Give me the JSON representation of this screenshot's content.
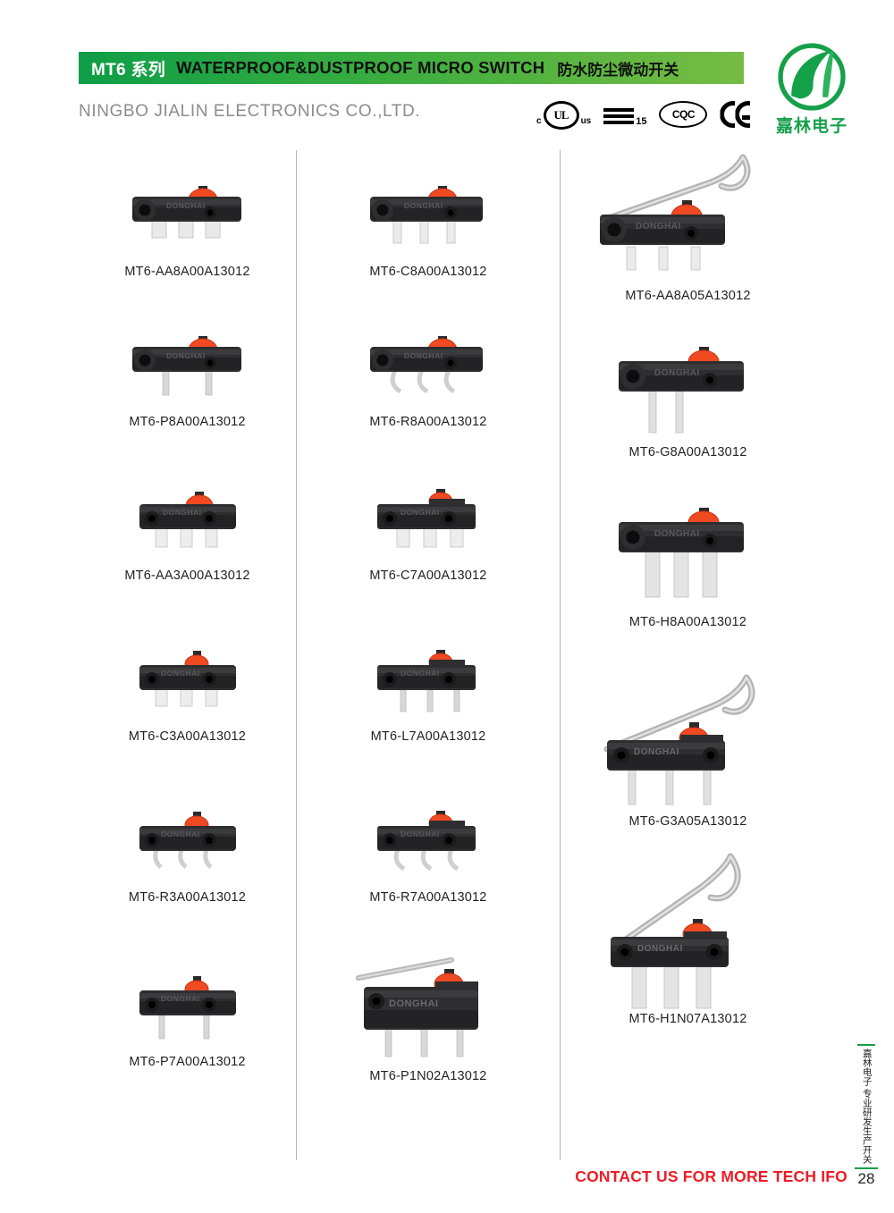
{
  "header": {
    "series": "MT6 系列",
    "title_en": "WATERPROOF&DUSTPROOF MICRO SWITCH",
    "title_cn": "防水防尘微动开关",
    "company": "NINGBO JIALIN ELECTRONICS CO.,LTD.",
    "brand_cn": "嘉林电子",
    "bar_color_left": "#0e9e47",
    "bar_color_right": "#76bc43",
    "brand_color": "#15a04a"
  },
  "certifications": [
    {
      "name": "cul-us-mark",
      "prefix": "c",
      "label": "UL",
      "suffix": "us"
    },
    {
      "name": "enec-mark",
      "label": "ENEC",
      "number": "15"
    },
    {
      "name": "cqc-mark",
      "label": "CQC"
    },
    {
      "name": "ce-mark",
      "label": "CE"
    }
  ],
  "products": {
    "column_left": [
      {
        "part_no": "MT6-AA8A00A13012",
        "body": "standard",
        "terminal": "straight-pin",
        "mount": "side-hole",
        "actuator": "plunger"
      },
      {
        "part_no": "MT6-P8A00A13012",
        "body": "standard",
        "terminal": "two-pin",
        "mount": "side-hole",
        "actuator": "plunger"
      },
      {
        "part_no": "MT6-AA3A00A13012",
        "body": "compact",
        "terminal": "flat-blade",
        "mount": "boss-hole",
        "actuator": "plunger"
      },
      {
        "part_no": "MT6-C3A00A13012",
        "body": "compact",
        "terminal": "flat-blade",
        "mount": "boss-hole",
        "actuator": "plunger"
      },
      {
        "part_no": "MT6-R3A00A13012",
        "body": "compact",
        "terminal": "bent-pin",
        "mount": "boss-hole",
        "actuator": "plunger"
      },
      {
        "part_no": "MT6-P7A00A13012",
        "body": "compact",
        "terminal": "two-pin",
        "mount": "boss-hole",
        "actuator": "plunger"
      }
    ],
    "column_mid": [
      {
        "part_no": "MT6-C8A00A13012",
        "body": "standard",
        "terminal": "straight-pin",
        "mount": "side-hole",
        "actuator": "plunger"
      },
      {
        "part_no": "MT6-R8A00A13012",
        "body": "standard",
        "terminal": "bent-pin",
        "mount": "side-hole",
        "actuator": "plunger"
      },
      {
        "part_no": "MT6-C7A00A13012",
        "body": "compact",
        "terminal": "flat-blade",
        "mount": "boss-hole",
        "actuator": "plunger"
      },
      {
        "part_no": "MT6-L7A00A13012",
        "body": "compact",
        "terminal": "straight-pin",
        "mount": "boss-hole",
        "actuator": "plunger"
      },
      {
        "part_no": "MT6-R7A00A13012",
        "body": "compact",
        "terminal": "bent-pin",
        "mount": "boss-hole",
        "actuator": "plunger"
      },
      {
        "part_no": "MT6-P1N02A13012",
        "body": "compact",
        "terminal": "straight-pin",
        "mount": "boss-hole",
        "actuator": "long-lever"
      }
    ],
    "column_right": [
      {
        "part_no": "MT6-AA8A05A13012",
        "body": "standard",
        "terminal": "straight-pin",
        "mount": "side-hole",
        "actuator": "simulated-roller-lever"
      },
      {
        "part_no": "MT6-G8A00A13012",
        "body": "standard",
        "terminal": "long-pin",
        "mount": "side-hole",
        "actuator": "plunger"
      },
      {
        "part_no": "MT6-H8A00A13012",
        "body": "standard",
        "terminal": "wide-blade",
        "mount": "side-hole",
        "actuator": "plunger"
      },
      {
        "part_no": "MT6-G3A05A13012",
        "body": "compact",
        "terminal": "long-pin",
        "mount": "boss-hole",
        "actuator": "simulated-roller-lever"
      },
      {
        "part_no": "MT6-H1N07A13012",
        "body": "compact",
        "terminal": "wide-blade",
        "mount": "boss-hole",
        "actuator": "simulated-roller-lever"
      }
    ]
  },
  "switch_marking": "DONGHAI",
  "footer": {
    "contact": "CONTACT US FOR MORE TECH IFO",
    "contact_color": "#ee1c25"
  },
  "side_rail": {
    "line1": "嘉林电子",
    "line2": "专业研发生产开关",
    "page": "28"
  }
}
